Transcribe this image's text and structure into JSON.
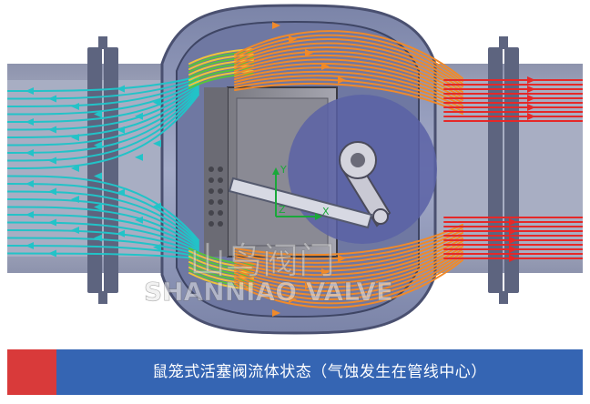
{
  "figure": {
    "axis_labels": {
      "y": "Y",
      "x": "X",
      "z": "Z"
    },
    "watermark": {
      "brand_cn": "山鸟阀门",
      "brand_en": "SHANNIAO VALVE"
    }
  },
  "caption": {
    "text": "鼠笼式活塞阀流体状态（气蚀发生在管线中心）"
  },
  "colors": {
    "caption_bar": "#3565b3",
    "caption_accent": "#d93a3a",
    "flow_inlet": "#22c3c8",
    "flow_mid": "#f0c43a",
    "flow_body": "#f08a2a",
    "flow_outlet": "#e52828"
  }
}
